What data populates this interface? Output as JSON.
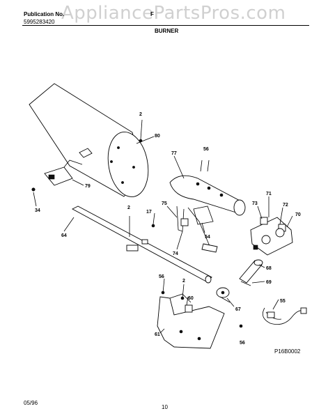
{
  "header": {
    "publication_label": "Publication No.",
    "publication_number": "5995283420",
    "model_partial": "F",
    "section_title": "BURNER"
  },
  "watermark": "AppliancePartsPros.com",
  "callouts": [
    "2",
    "80",
    "77",
    "56",
    "79",
    "34",
    "2",
    "17",
    "75",
    "64",
    "54",
    "74",
    "71",
    "73",
    "72",
    "70",
    "68",
    "69",
    "56",
    "2",
    "60",
    "67",
    "55",
    "61",
    "56"
  ],
  "diagram_code": "P16B0002",
  "footer": {
    "date": "05/96",
    "page": "10"
  }
}
